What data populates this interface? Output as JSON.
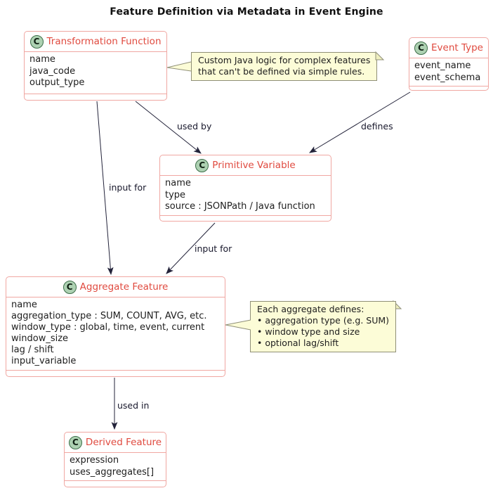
{
  "title": "Feature Definition via Metadata in Event Engine",
  "colors": {
    "box_border": "#F0A7A2",
    "class_name_text": "#E04A3F",
    "stereotype_circle_fill": "#ADD1B2",
    "note_background": "#FCFCD7",
    "note_border": "#8F8F77",
    "arrow": "#23233A"
  },
  "classes": {
    "transformation_function": {
      "stereotype": "C",
      "name": "Transformation Function",
      "fields": [
        "name",
        "java_code",
        "output_type"
      ]
    },
    "event_type": {
      "stereotype": "C",
      "name": "Event Type",
      "fields": [
        "event_name",
        "event_schema"
      ]
    },
    "primitive_variable": {
      "stereotype": "C",
      "name": "Primitive Variable",
      "fields": [
        "name",
        "type",
        "source : JSONPath / Java function"
      ]
    },
    "aggregate_feature": {
      "stereotype": "C",
      "name": "Aggregate Feature",
      "fields": [
        "name",
        "aggregation_type : SUM, COUNT, AVG, etc.",
        "window_type : global, time, event, current",
        "window_size",
        "lag / shift",
        "input_variable"
      ]
    },
    "derived_feature": {
      "stereotype": "C",
      "name": "Derived Feature",
      "fields": [
        "expression",
        "uses_aggregates[]"
      ]
    }
  },
  "notes": {
    "transformation_note": "Custom Java logic for complex features\nthat can't be defined via simple rules.",
    "aggregate_note": "Each aggregate defines:\n• aggregation type (e.g. SUM)\n• window type and size\n• optional lag/shift"
  },
  "edges": [
    {
      "from": "Transformation Function",
      "to": "Primitive Variable",
      "label": "used by"
    },
    {
      "from": "Event Type",
      "to": "Primitive Variable",
      "label": "defines"
    },
    {
      "from": "Transformation Function",
      "to": "Aggregate Feature",
      "label": "input for"
    },
    {
      "from": "Primitive Variable",
      "to": "Aggregate Feature",
      "label": "input for"
    },
    {
      "from": "Aggregate Feature",
      "to": "Derived Feature",
      "label": "used in"
    }
  ]
}
